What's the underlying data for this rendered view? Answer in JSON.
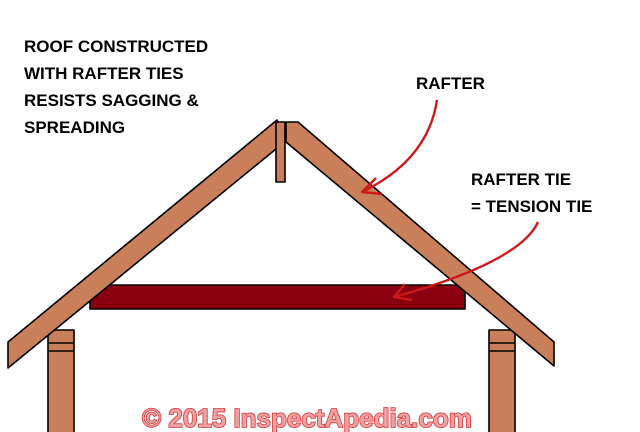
{
  "caption": {
    "line1": "ROOF CONSTRUCTED",
    "line2": "WITH RAFTER TIES",
    "line3": "RESISTS SAGGING &",
    "line4": "SPREADING"
  },
  "labels": {
    "rafter": "RAFTER",
    "rafter_tie_line1": "RAFTER TIE",
    "rafter_tie_line2": "= TENSION TIE"
  },
  "watermark": "© 2015 InspectApedia.com",
  "colors": {
    "rafter_wood": "#c87f5a",
    "rafter_tie": "#8b0010",
    "callout_arrow": "#cc1a1a",
    "watermark_fill": "#f0a0a0",
    "watermark_stroke": "#d03030",
    "outline": "#000000",
    "background": "#ffffff"
  }
}
